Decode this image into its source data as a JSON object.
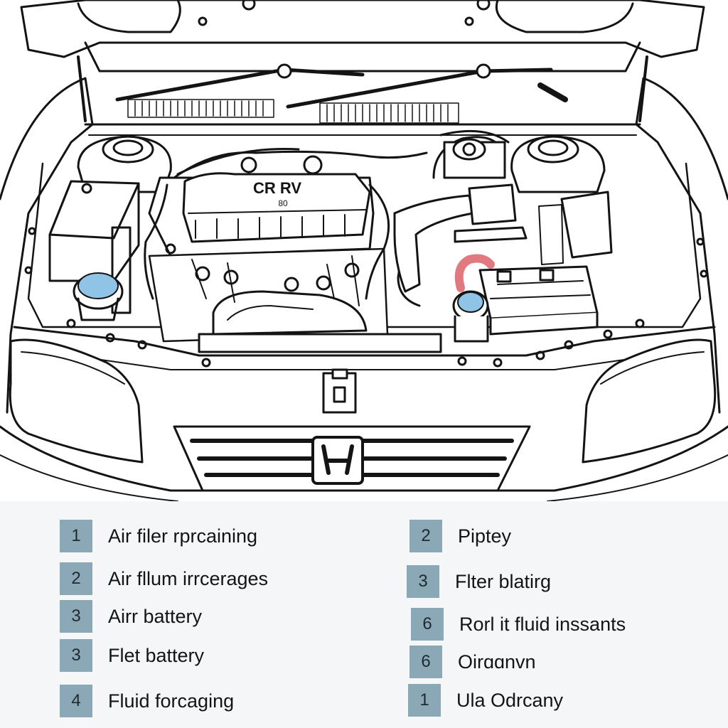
{
  "engine_cover": {
    "model_text": "CR RV",
    "sub_text": "80"
  },
  "colors": {
    "line": "#141414",
    "fluid_cap": "#8fc4e6",
    "hose": "#e07a80",
    "legend_badge": "#8ba8b7",
    "legend_bg": "#f4f6f8"
  },
  "legend": {
    "left": [
      {
        "number": "1",
        "label": "Air filer rprcaining"
      },
      {
        "number": "2",
        "label": "Air fllum irrcerages"
      },
      {
        "number": "3",
        "label": "Airr battery"
      },
      {
        "number": "3",
        "label": "Flet battery"
      },
      {
        "number": "4",
        "label": "Fluid forcaging"
      }
    ],
    "right": [
      {
        "number": "2",
        "label": "Piptey"
      },
      {
        "number": "3",
        "label": "Flter blatirg"
      },
      {
        "number": "6",
        "label": "Rorl it fluid inssants"
      },
      {
        "number": "6",
        "label": "Oirɑɑnvn"
      },
      {
        "number": "1",
        "label": "Ula Odrcany"
      }
    ]
  }
}
